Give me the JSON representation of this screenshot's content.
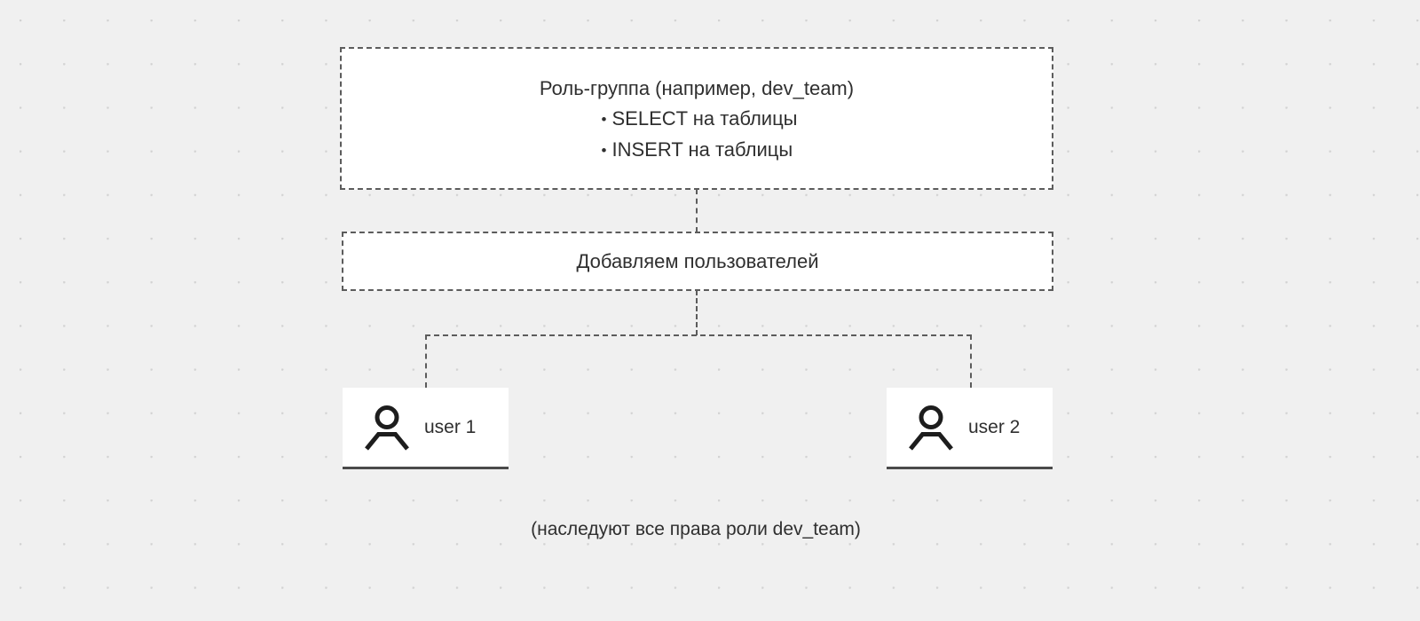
{
  "diagram": {
    "background_color": "#f0f0f0",
    "accent_color": "#5c5c5c",
    "text_color": "#2f2f2f",
    "role_box": {
      "title": "Роль-группа (например, dev_team)",
      "bullet_glyph": "•",
      "privileges": [
        "SELECT на таблицы",
        "INSERT на таблицы"
      ]
    },
    "add_box": {
      "label": "Добавляем пользователей"
    },
    "users": [
      {
        "icon": "user-person-icon",
        "label": "user 1"
      },
      {
        "icon": "user-person-icon",
        "label": "user 2"
      }
    ],
    "caption": "(наследуют все права роли dev_team)"
  }
}
